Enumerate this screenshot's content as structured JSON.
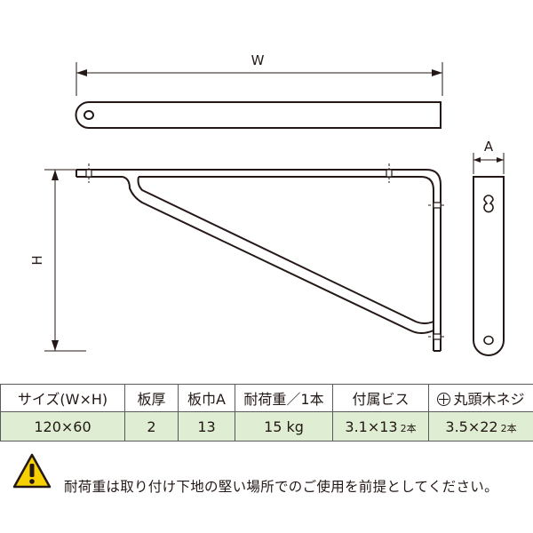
{
  "diagram": {
    "labels": {
      "width": "W",
      "height": "H",
      "thickness": "A"
    }
  },
  "spec_table": {
    "headers": [
      "サイズ(W×H)",
      "板厚",
      "板巾A",
      "耐荷重／1本",
      "付属ビス",
      "丸頭木ネジ"
    ],
    "values": {
      "size": "120×60",
      "thickness": "2",
      "width_a": "13",
      "load": "15 kg",
      "screw_main": "3.1×13",
      "screw_count": "2本",
      "woodscrew_main": "3.5×22",
      "woodscrew_count": "2本"
    }
  },
  "notice": {
    "icon": "warning-icon",
    "text": "耐荷重は取り付け下地の堅い場所でのご使用を前提としてください。"
  }
}
